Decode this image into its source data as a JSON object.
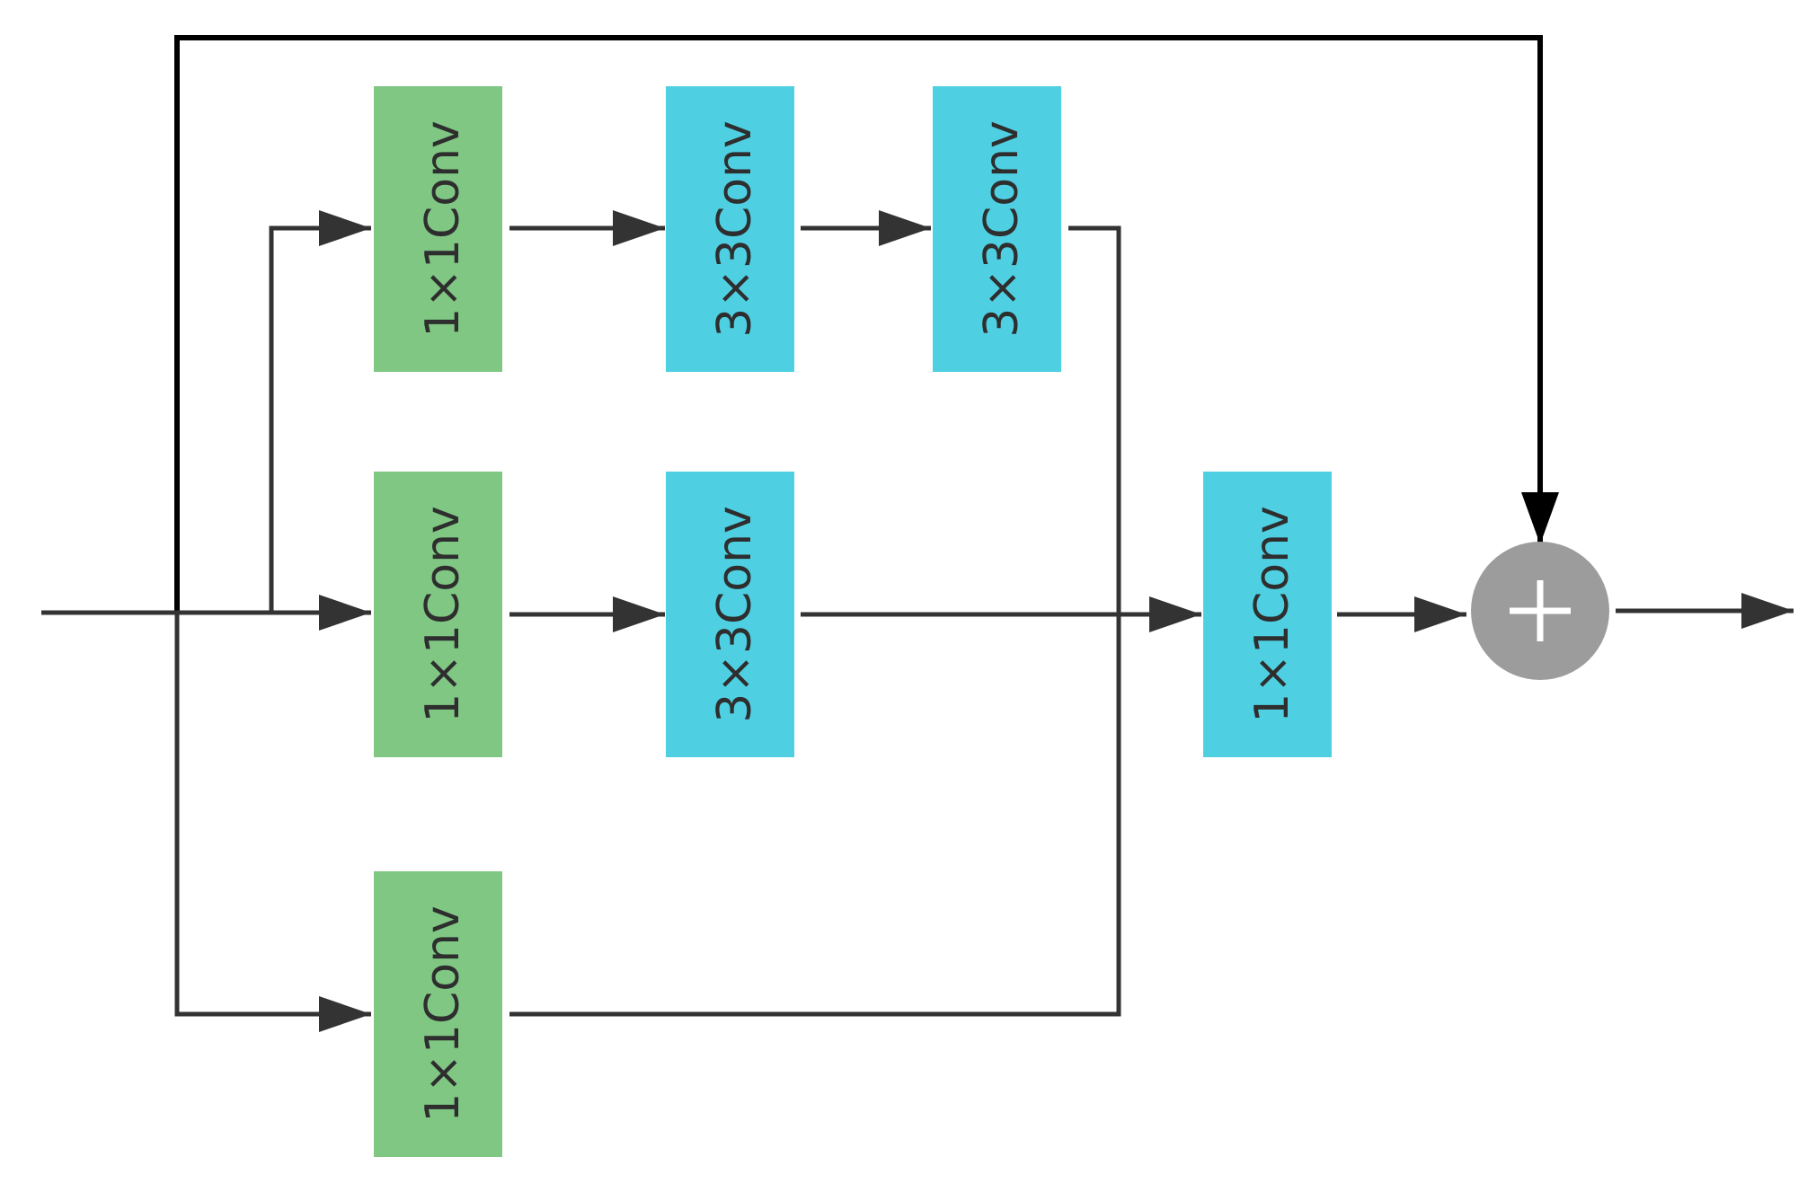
{
  "diagram": {
    "blocks": [
      {
        "id": "b1",
        "label": "1×1Conv",
        "kind": "green"
      },
      {
        "id": "b2",
        "label": "3×3Conv",
        "kind": "cyan"
      },
      {
        "id": "b3",
        "label": "3×3Conv",
        "kind": "cyan"
      },
      {
        "id": "b4",
        "label": "1×1Conv",
        "kind": "green"
      },
      {
        "id": "b5",
        "label": "3×3Conv",
        "kind": "cyan"
      },
      {
        "id": "b6",
        "label": "1×1Conv",
        "kind": "cyan"
      },
      {
        "id": "b7",
        "label": "1×1Conv",
        "kind": "green"
      }
    ],
    "sum_node": {
      "symbol": "+",
      "icon": "plus-circle-icon"
    },
    "colors": {
      "green": "#80c784",
      "cyan": "#4fd0e2",
      "node": "#9c9c9c",
      "line": "#333333",
      "shortcut": "#000000",
      "background": "#ffffff"
    }
  }
}
